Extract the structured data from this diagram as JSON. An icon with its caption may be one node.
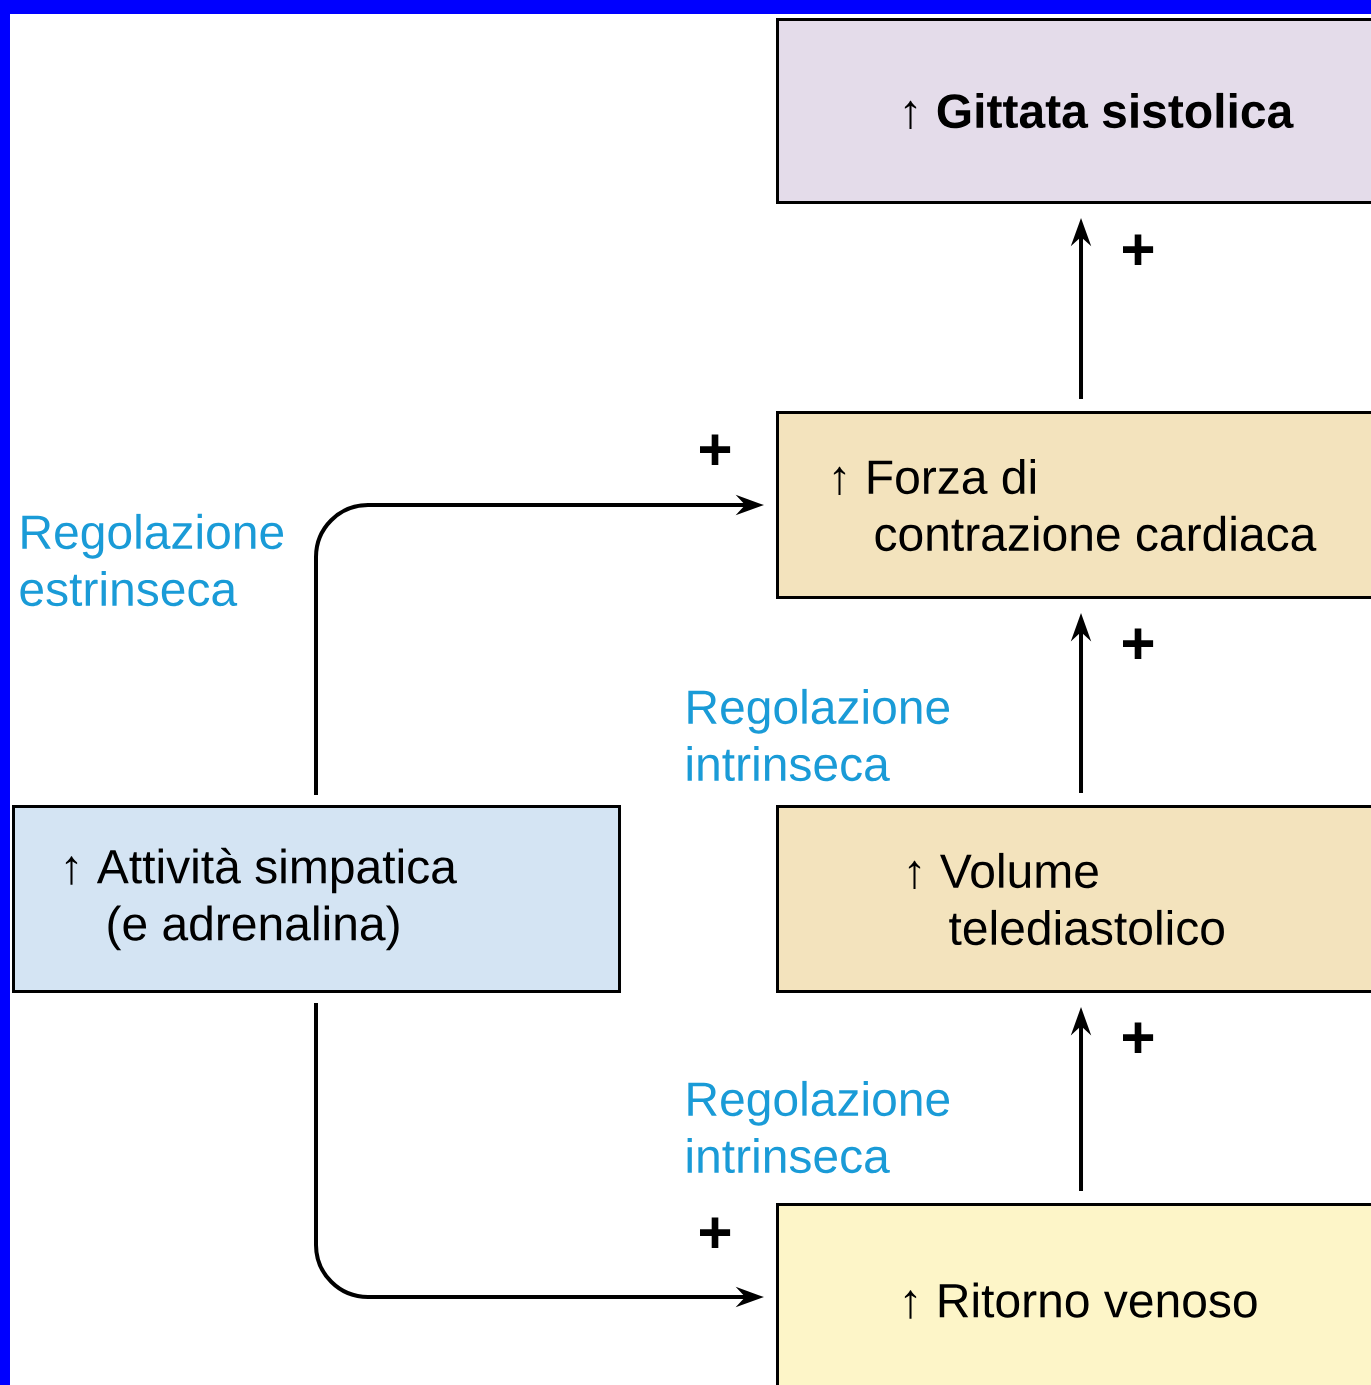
{
  "diagram": {
    "nodes": [
      {
        "text": [
          "↑ Gittata sistolica"
        ]
      },
      {
        "text": [
          "↑ Forza di contrazione cardiaca"
        ]
      },
      {
        "text": [
          "↑ Attività simpatica (e adrenalina)"
        ]
      },
      {
        "text": [
          "↑ Volume telediastolico"
        ]
      },
      {
        "text": [
          "↑ Ritorno venoso"
        ]
      }
    ],
    "edges": [
      {
        "from": 1,
        "to": 0,
        "arrow": "to",
        "label": "+"
      },
      {
        "from": 3,
        "to": 1,
        "arrow": "to",
        "label": "+"
      },
      {
        "from": 4,
        "to": 3,
        "arrow": "to",
        "label": "+"
      },
      {
        "from": 2,
        "to": 1,
        "arrow": "to",
        "label": "+"
      },
      {
        "from": 2,
        "to": 4,
        "arrow": "to",
        "label": "+"
      }
    ],
    "labels": [
      "Regolazione estrinseca",
      "Regolazione intrinseca",
      "Regolazione intrinseca"
    ]
  }
}
